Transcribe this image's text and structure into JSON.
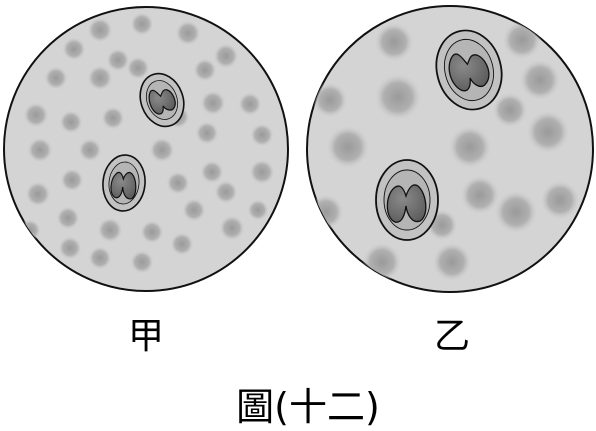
{
  "panels": [
    {
      "label": "甲",
      "cell_size": "small",
      "nuclei_cells": 2
    },
    {
      "label": "乙",
      "cell_size": "large",
      "nuclei_cells": 2
    }
  ],
  "caption": "圖(十二)",
  "colors": {
    "field": "#d4d4d4",
    "outline": "#111111",
    "cell_blot": "#a9a9a9",
    "wbc_cytoplasm": "#c2c2c2",
    "nucleus": "#7a7a7a"
  }
}
